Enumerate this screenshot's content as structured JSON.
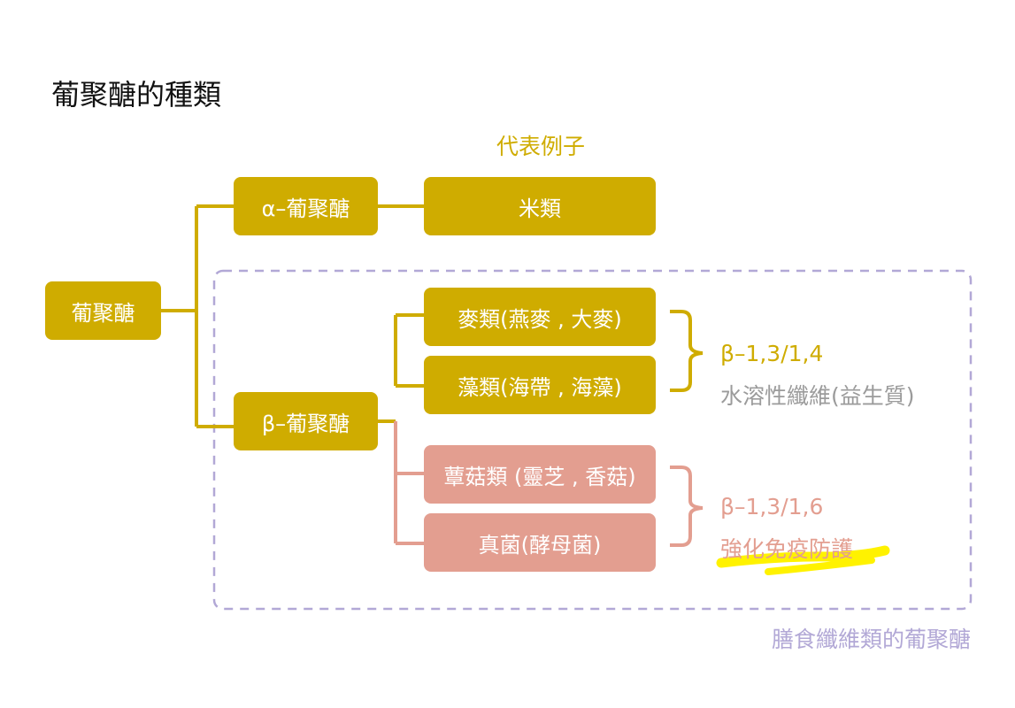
{
  "title": "葡聚醣的種類",
  "examples_header": "代表例子",
  "root": "葡聚醣",
  "alpha": {
    "label": "α–葡聚醣",
    "example": "米類"
  },
  "beta": {
    "label": "β–葡聚醣",
    "examples": [
      "麥類(燕麥 , 大麥)",
      "藻類(海帶 , 海藻)",
      "蕈菇類 (靈芝 , 香菇)",
      "真菌(酵母菌)"
    ],
    "group1": {
      "linkage": "β–1,3/1,4",
      "benefit": "水溶性纖維(益生質)"
    },
    "group2": {
      "linkage": "β–1,3/1,6",
      "benefit": "強化免疫防護"
    }
  },
  "fiber_group_label": "膳食纖維類的葡聚醣",
  "colors": {
    "gold": "#CFAC00",
    "salmon": "#E39E90",
    "gray_text": "#9B9B9B",
    "lavender": "#B2A8D6",
    "highlight": "#FFF200"
  }
}
